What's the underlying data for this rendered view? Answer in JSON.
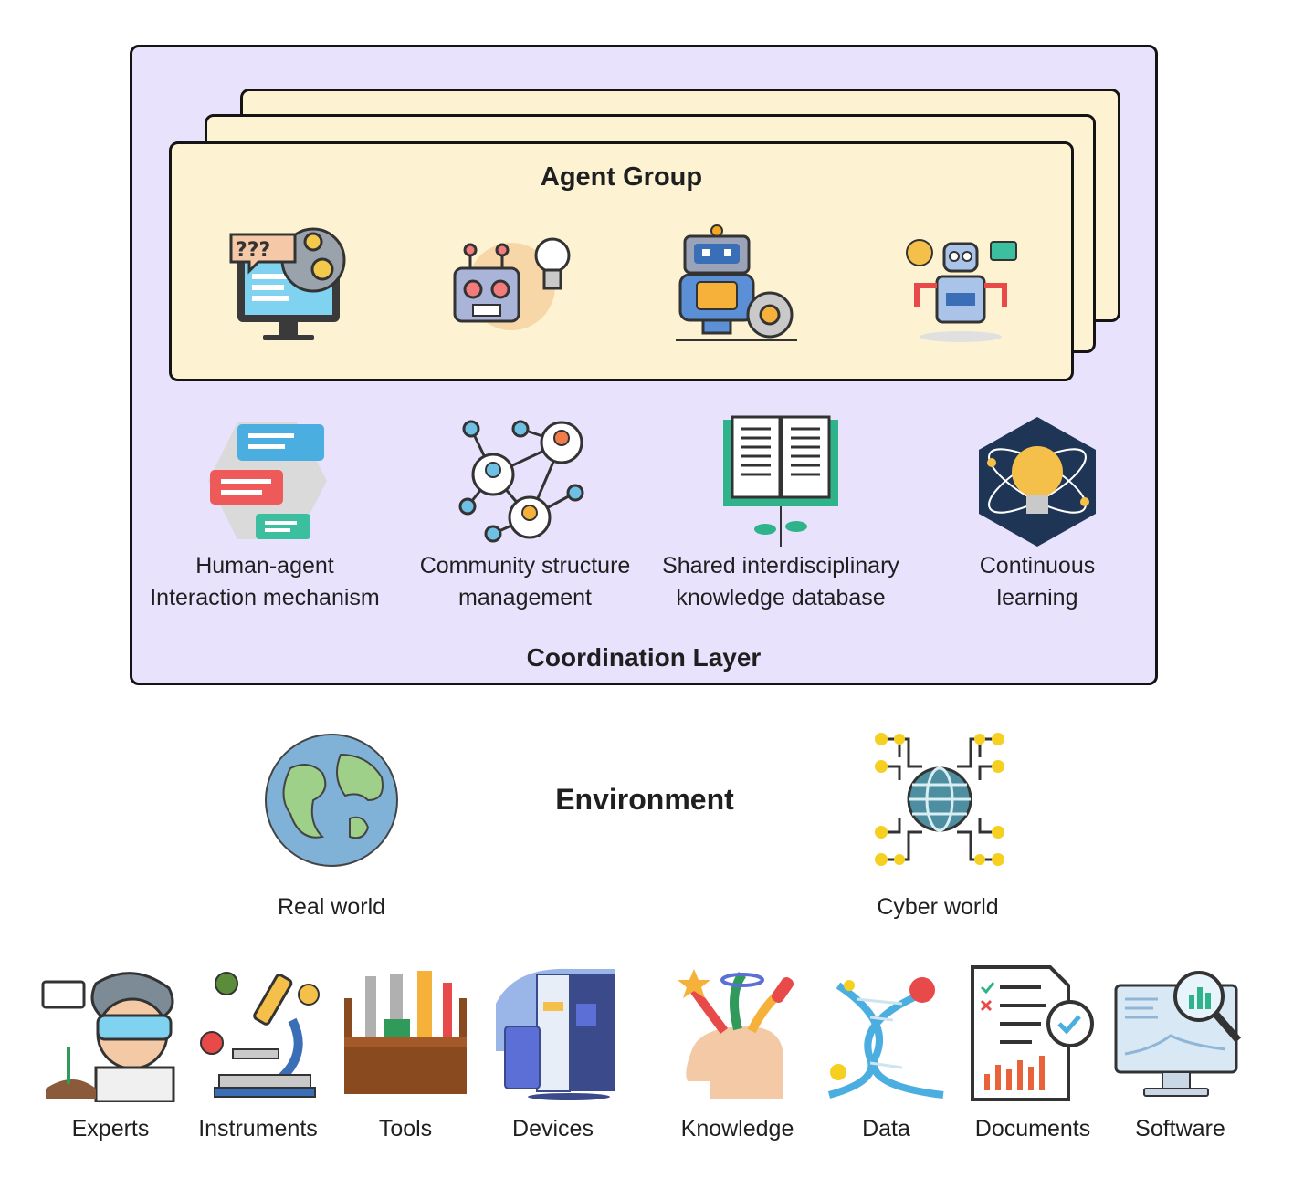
{
  "agent_group": {
    "title": "Agent Group"
  },
  "coordination_layer": {
    "title": "Coordination Layer",
    "mechanisms": [
      {
        "label": "Human-agent\nInteraction mechanism"
      },
      {
        "label": "Community structure\nmanagement"
      },
      {
        "label": "Shared interdisciplinary\nknowledge database"
      },
      {
        "label": "Continuous\nlearning"
      }
    ]
  },
  "environment": {
    "title": "Environment",
    "worlds": [
      {
        "label": "Real world"
      },
      {
        "label": "Cyber world"
      }
    ]
  },
  "resources": [
    {
      "label": "Experts"
    },
    {
      "label": "Instruments"
    },
    {
      "label": "Tools"
    },
    {
      "label": "Devices"
    },
    {
      "label": "Knowledge"
    },
    {
      "label": "Data"
    },
    {
      "label": "Documents"
    },
    {
      "label": "Software"
    }
  ]
}
